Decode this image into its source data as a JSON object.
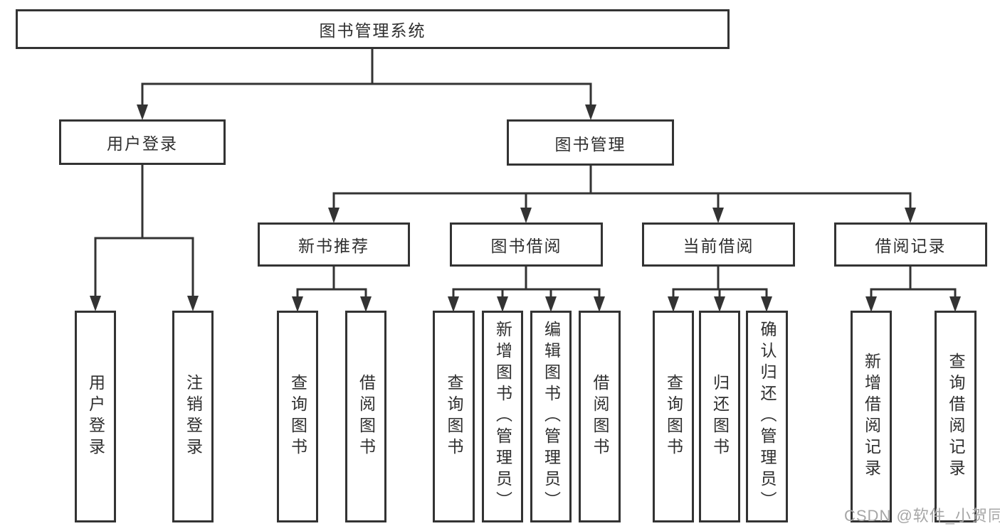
{
  "diagram_title": "图书管理系统",
  "watermark": "CSDN @软件_小贺同学",
  "colors": {
    "line": "#333333",
    "box_border": "#333333",
    "box_fill": "#ffffff",
    "text": "#2f2f2f",
    "watermark_text": "#a6a6a6"
  },
  "tree": {
    "label": "图书管理系统",
    "children": [
      {
        "label": "用户登录",
        "children": [
          {
            "label": "用户登录"
          },
          {
            "label": "注销登录"
          }
        ]
      },
      {
        "label": "图书管理",
        "children": [
          {
            "label": "新书推荐",
            "children": [
              {
                "label": "查询图书"
              },
              {
                "label": "借阅图书"
              }
            ]
          },
          {
            "label": "图书借阅",
            "children": [
              {
                "label": "查询图书"
              },
              {
                "label": "新增图书（管理员）"
              },
              {
                "label": "编辑图书（管理员）"
              },
              {
                "label": "借阅图书"
              }
            ]
          },
          {
            "label": "当前借阅",
            "children": [
              {
                "label": "查询图书"
              },
              {
                "label": "归还图书"
              },
              {
                "label": "确认归还（管理员）"
              }
            ]
          },
          {
            "label": "借阅记录",
            "children": [
              {
                "label": "新增借阅记录"
              },
              {
                "label": "查询借阅记录"
              }
            ]
          }
        ]
      }
    ]
  }
}
